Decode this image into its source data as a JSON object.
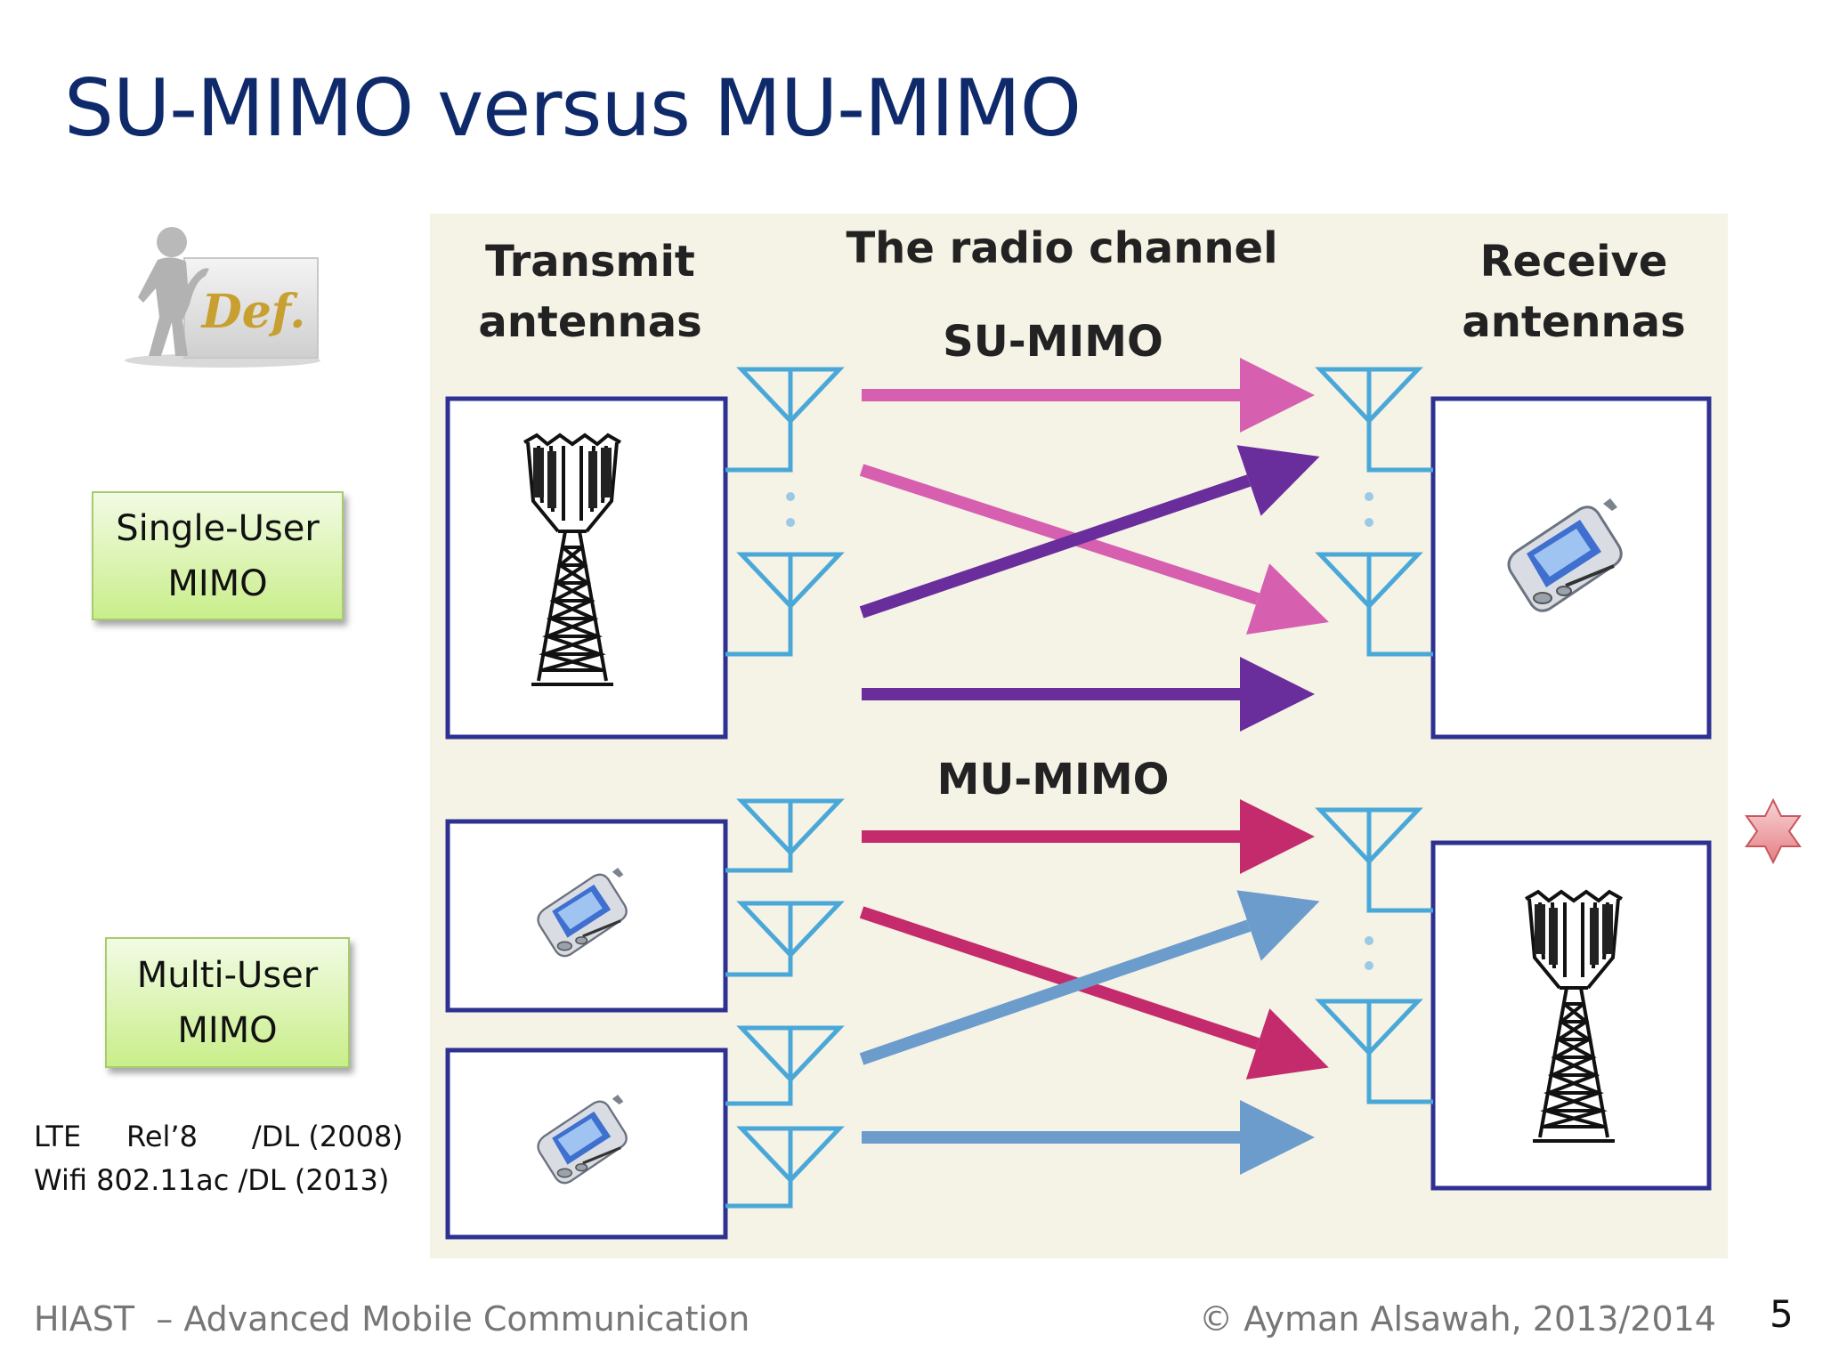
{
  "slide": {
    "title": "SU-MIMO versus MU-MIMO",
    "def_icon_text": "Def.",
    "single_user_label": [
      "Single-User",
      "MIMO"
    ],
    "multi_user_label": [
      "Multi-User",
      "MIMO"
    ],
    "notes": [
      "LTE     Rel’8      /DL (2008)",
      "Wifi 802.11ac /DL (2013)"
    ],
    "footer_left": "HIAST  – Advanced Mobile Communication",
    "footer_right": "© Ayman Alsawah, 2013/2014",
    "page_number": "5"
  },
  "diagram": {
    "transmit_label": [
      "Transmit",
      "antennas"
    ],
    "channel_label": "The radio channel",
    "receive_label": [
      "Receive",
      "antennas"
    ],
    "su_label": "SU-MIMO",
    "mu_label": "MU-MIMO",
    "colors": {
      "background": "#f5f2e6",
      "box_border": "#2e3192",
      "antenna": "#4aa8d8",
      "su_arrow_pink": "#d65fb0",
      "su_arrow_purple": "#6a2d9c",
      "mu_arrow_red": "#c42b6d",
      "mu_arrow_blue": "#6b9ccc"
    }
  }
}
